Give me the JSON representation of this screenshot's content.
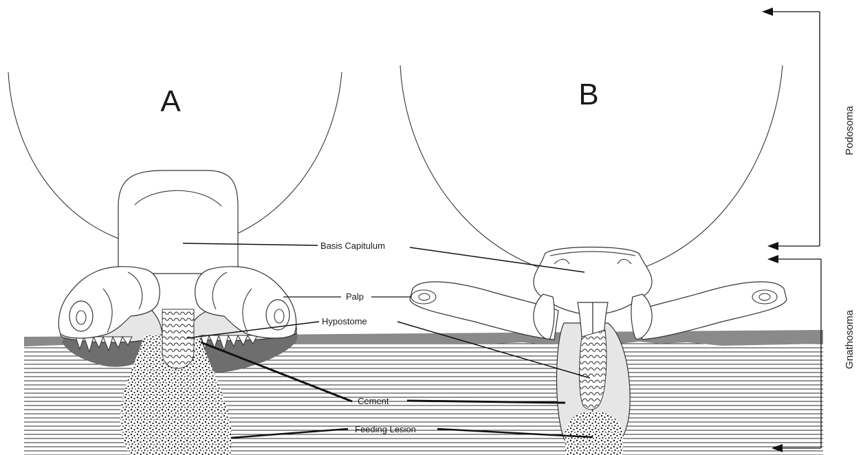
{
  "panels": {
    "a": {
      "label": "A"
    },
    "b": {
      "label": "B"
    }
  },
  "labels": {
    "basis_capitulum": "Basis Capitulum",
    "palp": "Palp",
    "hypostome": "Hypostome",
    "cement": "Cement",
    "feeding_lesion": "Feeding Lesion"
  },
  "regions": {
    "podosoma": "Podosoma",
    "gnathosoma": "Gnathosoma"
  },
  "colors": {
    "skin_surface": "#8a8a8a",
    "skin_lines": "#2a2a2a",
    "cement": "#e6e6e6",
    "lesion_dots": "#111111",
    "outline": "#333333"
  }
}
